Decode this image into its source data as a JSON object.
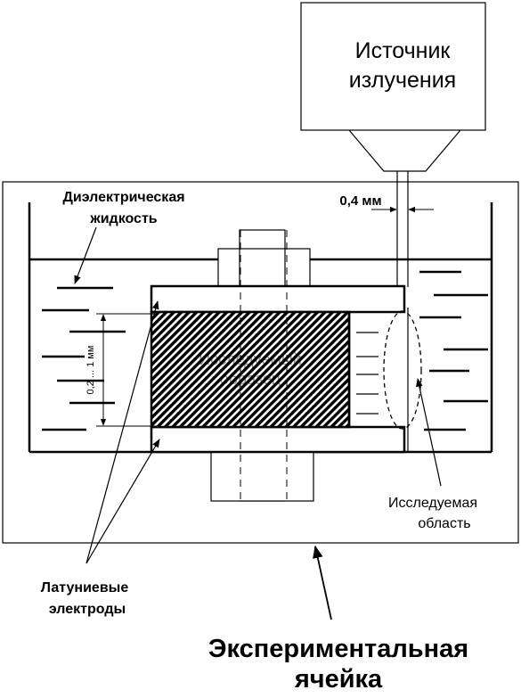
{
  "labels": {
    "source_line1": "Источник",
    "source_line2": "излучения",
    "liquid_line1": "Диэлектрическая",
    "liquid_line2": "жидкость",
    "gap_width": "0,4 мм",
    "gap_height": "0,2 ... 1 мм",
    "sample_line1": "Исследуемый",
    "sample_line2": "образец",
    "region_line1": "Исследуемая",
    "region_line2": "область",
    "electrodes_line1": "Латуниевые",
    "electrodes_line2": "электроды",
    "cell_line1": "Экспериментальная",
    "cell_line2": "ячейка"
  },
  "colors": {
    "stroke": "#000000",
    "background": "#ffffff",
    "hatch": "#000000"
  }
}
